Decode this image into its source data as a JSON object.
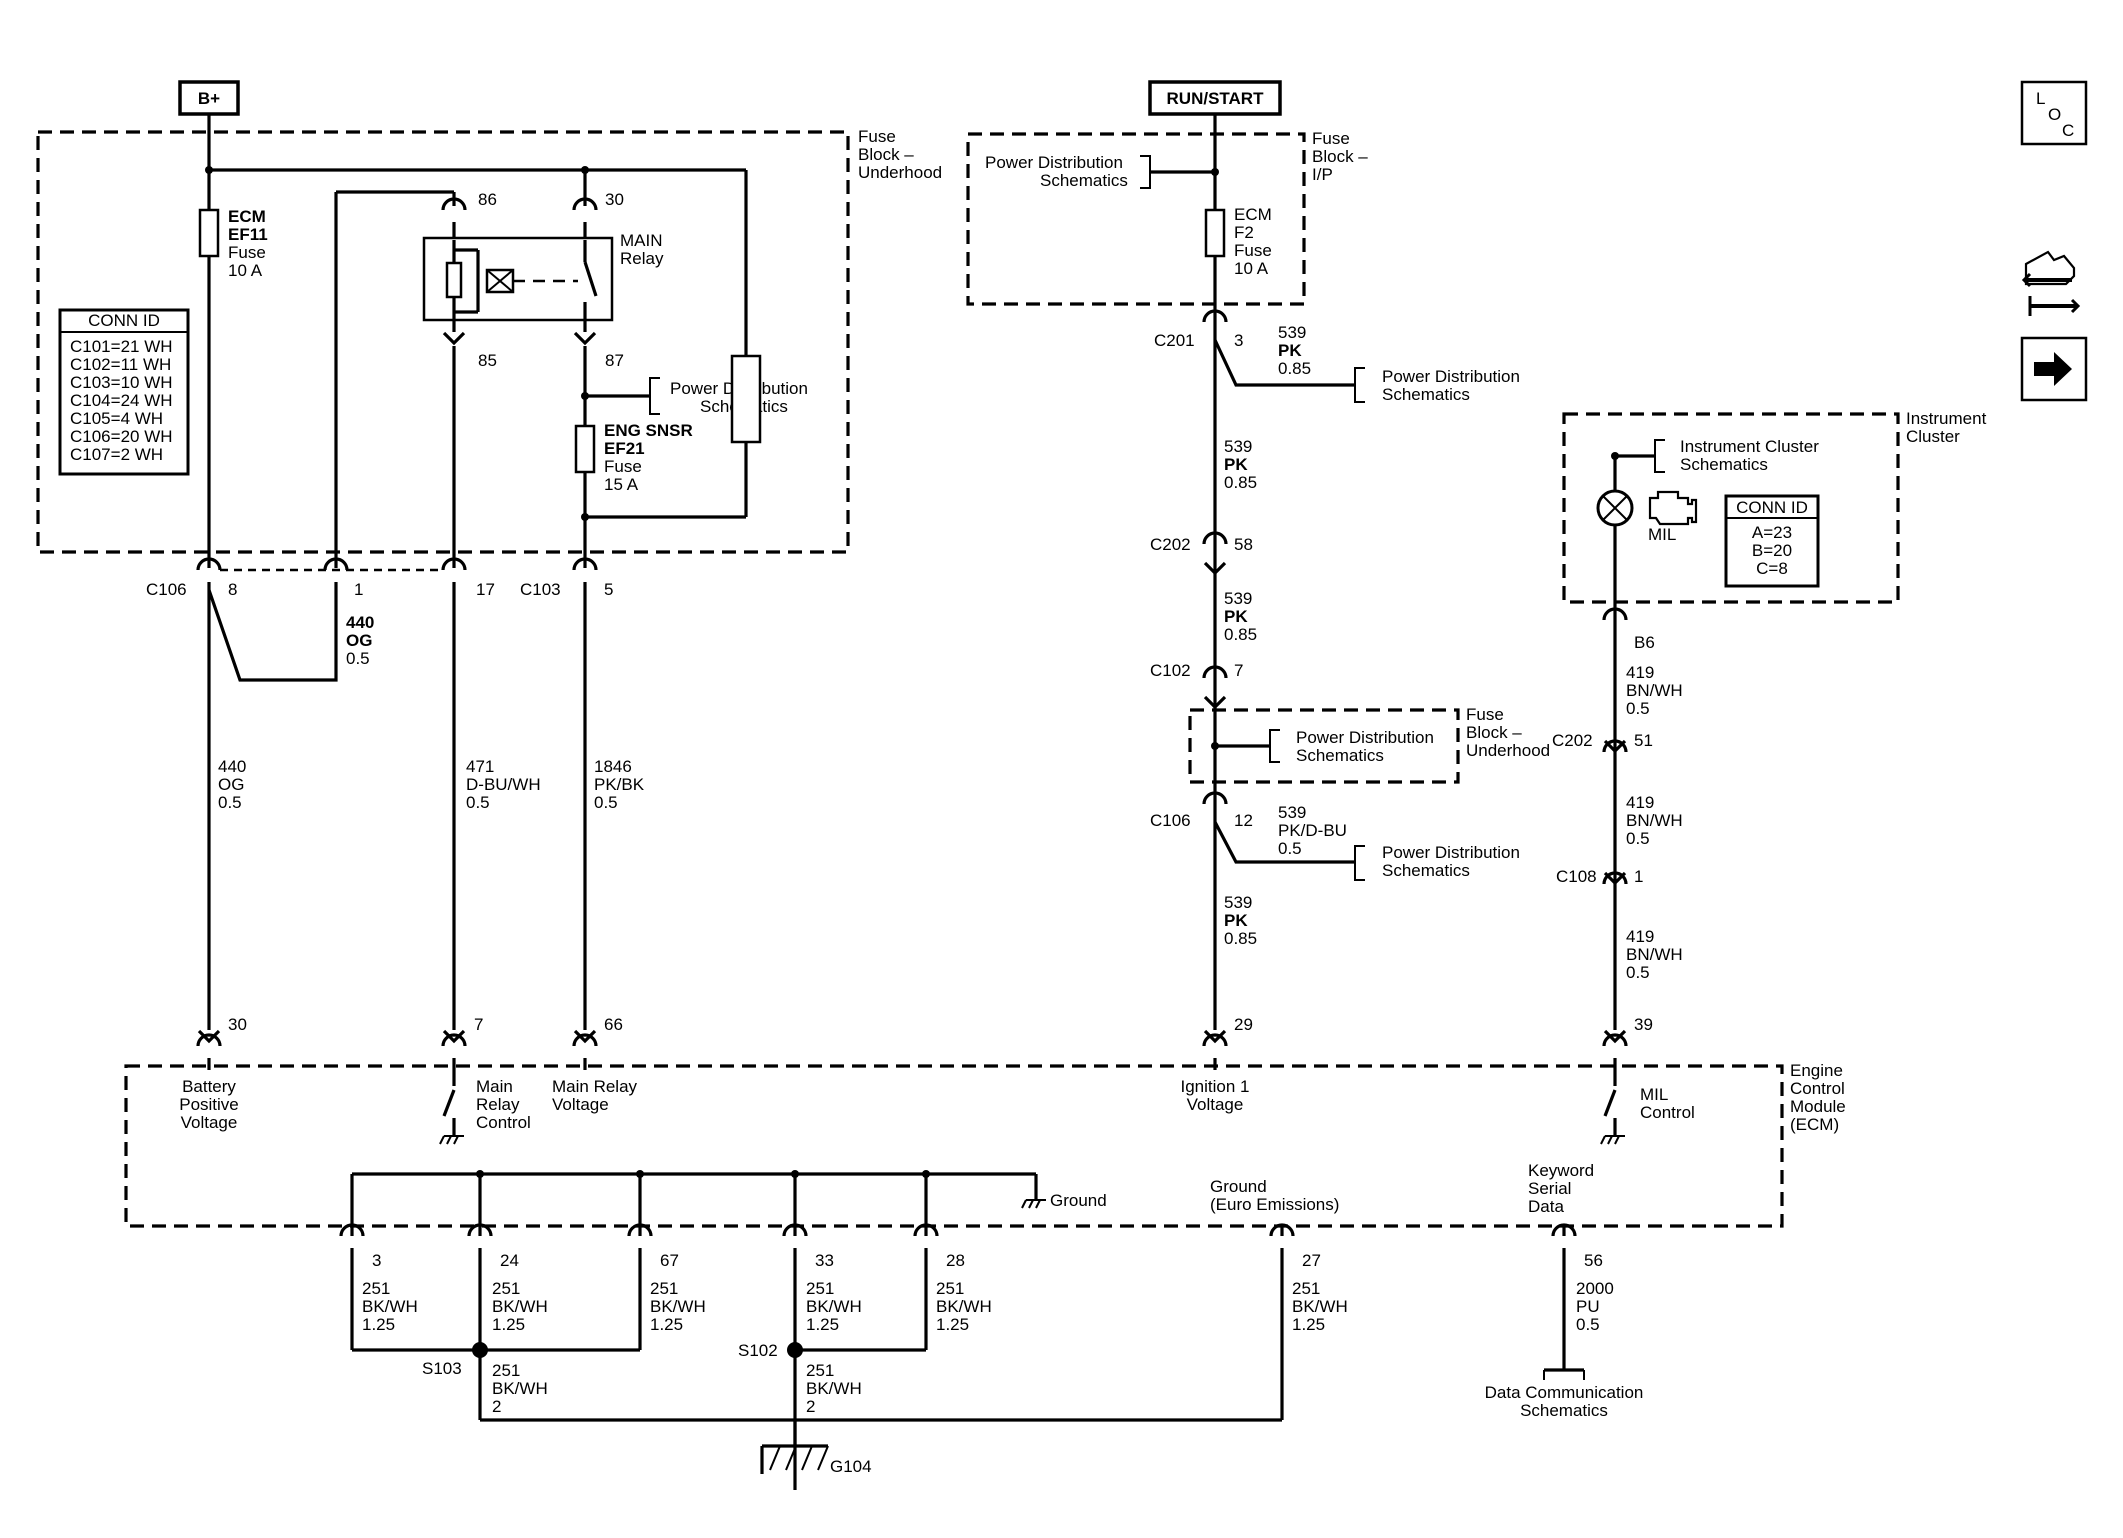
{
  "supplies": {
    "battery": "B+",
    "run_start": "RUN/START"
  },
  "blocks": {
    "fuse_underhood": [
      "Fuse",
      "Block –",
      "Underhood"
    ],
    "fuse_ip": [
      "Fuse",
      "Block –",
      "I/P"
    ],
    "fuse_underhood_2": [
      "Fuse",
      "Block –",
      "Underhood"
    ],
    "instrument_cluster": [
      "Instrument",
      "Cluster"
    ],
    "ecm": [
      "Engine",
      "Control",
      "Module",
      "(ECM)"
    ]
  },
  "fuses": {
    "ef11": [
      "ECM",
      "EF11",
      "Fuse",
      "10 A"
    ],
    "ef21": [
      "ENG SNSR",
      "EF21",
      "Fuse",
      "15 A"
    ],
    "f2": [
      "ECM",
      "F2",
      "Fuse",
      "10 A"
    ]
  },
  "relay": {
    "name": [
      "MAIN",
      "Relay"
    ],
    "pin86": "86",
    "pin30": "30",
    "pin85": "85",
    "pin87": "87"
  },
  "conn_id_fuse_block": {
    "title": "CONN ID",
    "rows": [
      "C101=21 WH",
      "C102=11 WH",
      "C103=10 WH",
      "C104=24 WH",
      "C105=4 WH",
      "C106=20 WH",
      "C107=2 WH"
    ]
  },
  "conn_id_cluster": {
    "title": "CONN ID",
    "rows": [
      "A=23",
      "B=20",
      "C=8"
    ]
  },
  "refs": {
    "pd_relay": [
      "Power Distribution",
      "Schematics"
    ],
    "pd_ip": [
      "Power Distribution",
      "Schematics"
    ],
    "pd_c201": [
      "Power Distribution",
      "Schematics"
    ],
    "pd_underhood": [
      "Power Distribution",
      "Schematics"
    ],
    "pd_c106": [
      "Power Distribution",
      "Schematics"
    ],
    "ic_schem": [
      "Instrument Cluster",
      "Schematics"
    ],
    "data_comm": [
      "Data Communication",
      "Schematics"
    ]
  },
  "connectors": {
    "c106_left": "C106",
    "c106_l_pin8": "8",
    "c106_l_pin1": "1",
    "c106_l_pin17": "17",
    "c103": "C103",
    "c103_pin5": "5",
    "c201": "C201",
    "c201_pin": "3",
    "c202_mid": "C202",
    "c202_mid_pin": "58",
    "c102": "C102",
    "c102_pin": "7",
    "c106_mid": "C106",
    "c106_mid_pin": "12",
    "b6": "B6",
    "c202_right": "C202",
    "c202_right_pin": "51",
    "c108": "C108",
    "c108_pin": "1"
  },
  "wires": {
    "w440_jumper": [
      "440",
      "OG",
      "0.5"
    ],
    "w440": [
      "440",
      "OG",
      "0.5"
    ],
    "w471": [
      "471",
      "D-BU/WH",
      "0.5"
    ],
    "w1846": [
      "1846",
      "PK/BK",
      "0.5"
    ],
    "w539_a": [
      "539",
      "PK",
      "0.85"
    ],
    "w539_b": [
      "539",
      "PK",
      "0.85"
    ],
    "w539_c": [
      "539",
      "PK",
      "0.85"
    ],
    "w539_d": [
      "539",
      "PK/D-BU",
      "0.5"
    ],
    "w539_e": [
      "539",
      "PK",
      "0.85"
    ],
    "w419_a": [
      "419",
      "BN/WH",
      "0.5"
    ],
    "w419_b": [
      "419",
      "BN/WH",
      "0.5"
    ],
    "w419_c": [
      "419",
      "BN/WH",
      "0.5"
    ],
    "g3": [
      "251",
      "BK/WH",
      "1.25"
    ],
    "g24": [
      "251",
      "BK/WH",
      "1.25"
    ],
    "g67": [
      "251",
      "BK/WH",
      "1.25"
    ],
    "g33": [
      "251",
      "BK/WH",
      "1.25"
    ],
    "g28": [
      "251",
      "BK/WH",
      "1.25"
    ],
    "g27": [
      "251",
      "BK/WH",
      "1.25"
    ],
    "s103_out": [
      "251",
      "BK/WH",
      "2"
    ],
    "s102_out": [
      "251",
      "BK/WH",
      "2"
    ],
    "w2000": [
      "2000",
      "PU",
      "0.5"
    ]
  },
  "ecm_pins": {
    "p30": "30",
    "p7": "7",
    "p66": "66",
    "p29": "29",
    "p39": "39",
    "p3": "3",
    "p24": "24",
    "p67": "67",
    "p33": "33",
    "p28": "28",
    "p27": "27",
    "p56": "56"
  },
  "ecm_labels": {
    "battery": [
      "Battery",
      "Positive",
      "Voltage"
    ],
    "main_relay_control": [
      "Main",
      "Relay",
      "Control"
    ],
    "main_relay_voltage": [
      "Main Relay",
      "Voltage"
    ],
    "ignition": [
      "Ignition 1",
      "Voltage"
    ],
    "mil_control": [
      "MIL",
      "Control"
    ],
    "ground": "Ground",
    "ground_euro": [
      "Ground",
      "(Euro Emissions)"
    ],
    "keyword": [
      "Keyword",
      "Serial",
      "Data"
    ]
  },
  "splices": {
    "s103": "S103",
    "s102": "S102",
    "g104": "G104"
  },
  "mil": "MIL",
  "nav": {
    "loc": [
      "L",
      "O",
      "C"
    ]
  }
}
